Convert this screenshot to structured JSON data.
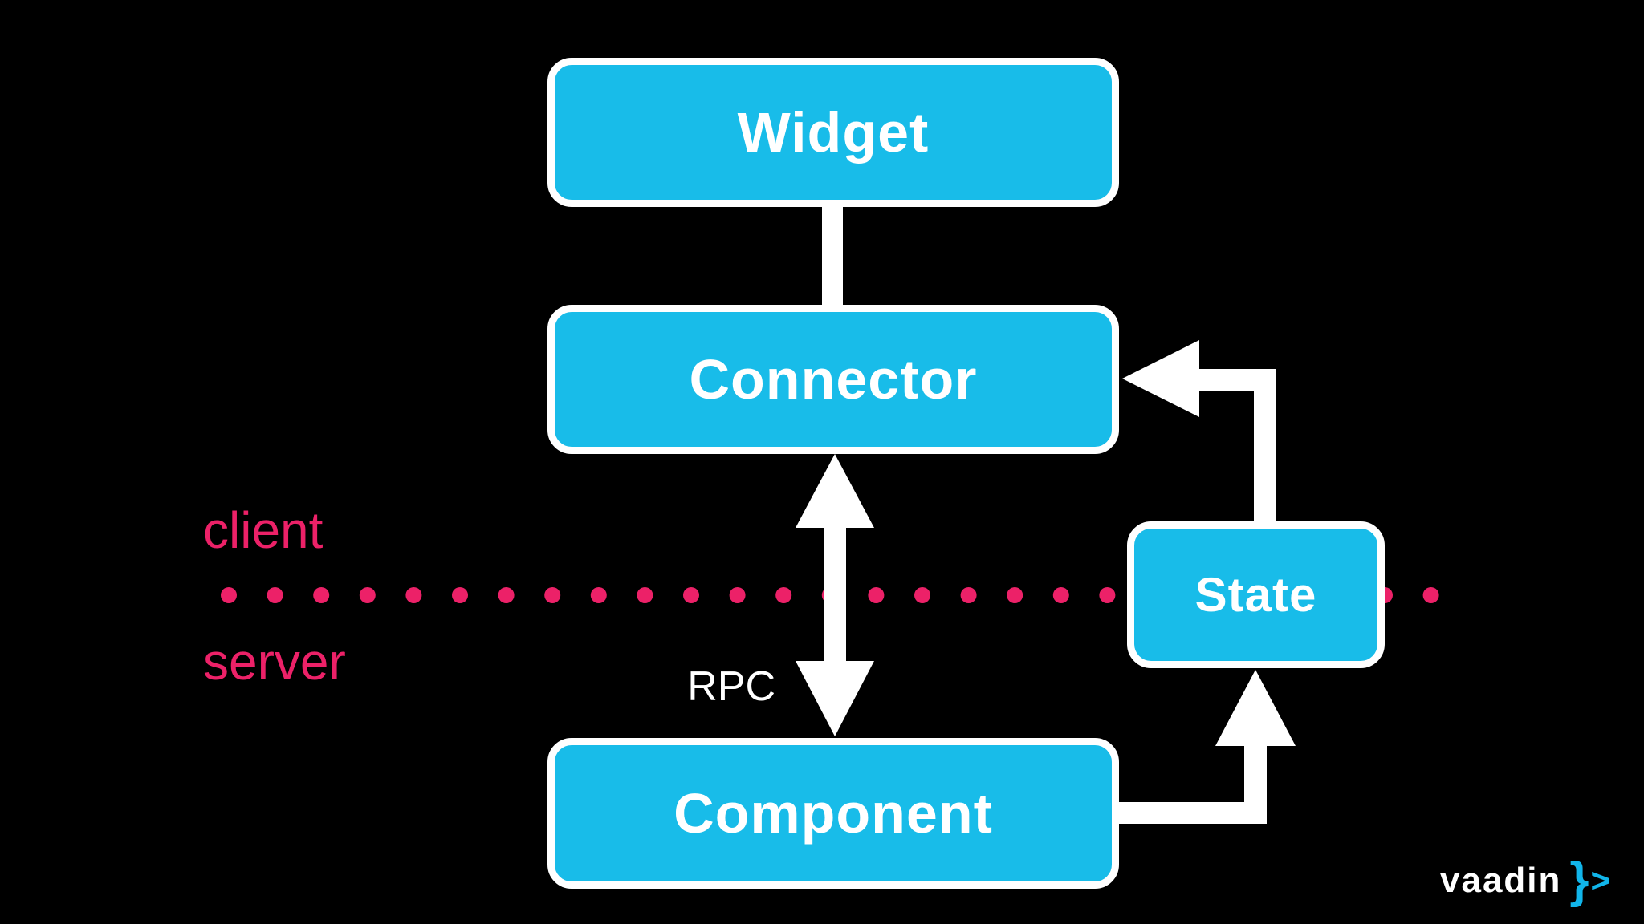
{
  "diagram": {
    "title_implicit": "Vaadin client-server architecture",
    "nodes": [
      {
        "id": "widget",
        "label": "Widget",
        "side": "client"
      },
      {
        "id": "connector",
        "label": "Connector",
        "side": "client"
      },
      {
        "id": "component",
        "label": "Component",
        "side": "server"
      },
      {
        "id": "state",
        "label": "State",
        "side": "boundary"
      }
    ],
    "edges": [
      {
        "from": "widget",
        "to": "connector",
        "type": "line",
        "label": ""
      },
      {
        "from": "connector",
        "to": "component",
        "type": "double-arrow",
        "label": "RPC"
      },
      {
        "from": "state",
        "to": "connector",
        "type": "elbow-arrow",
        "label": ""
      },
      {
        "from": "component",
        "to": "state",
        "type": "elbow-arrow",
        "label": ""
      }
    ],
    "divider": {
      "client_label": "client",
      "server_label": "server",
      "style": "dotted"
    }
  },
  "branding": {
    "name": "vaadin",
    "brace": "}",
    "chevron": ">"
  },
  "colors": {
    "background": "#000000",
    "node_fill": "#18BCE9",
    "node_border": "#FFFFFF",
    "node_text": "#FFFFFF",
    "divider_pink": "#EC2168",
    "arrow_white": "#FFFFFF",
    "logo_accent": "#11B5EA"
  }
}
